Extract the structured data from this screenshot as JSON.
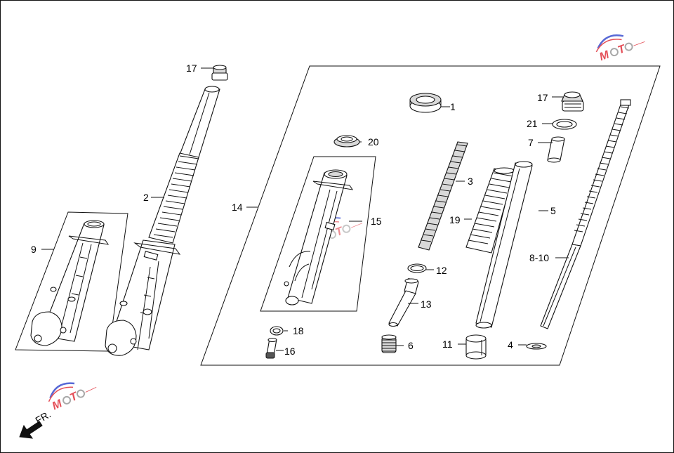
{
  "callouts": {
    "c1": "1",
    "c2": "2",
    "c3": "3",
    "c4": "4",
    "c5": "5",
    "c6": "6",
    "c7": "7",
    "c8_10": "8-10",
    "c9": "9",
    "c11": "11",
    "c12": "12",
    "c13": "13",
    "c14": "14",
    "c15": "15",
    "c16": "16",
    "c17a": "17",
    "c17b": "17",
    "c18": "18",
    "c19": "19",
    "c20": "20",
    "c21": "21"
  },
  "direction": {
    "label": "FR."
  },
  "icons": {
    "watermark": "moto-logo-watermark",
    "direction_arrow": "arrow-down-left-icon"
  },
  "colors": {
    "line": "#111111",
    "shade": "#d9d9d9",
    "watermark_red": "#e0303a",
    "watermark_blue": "#3b4fd0",
    "watermark_gray": "#9a9a9a"
  }
}
